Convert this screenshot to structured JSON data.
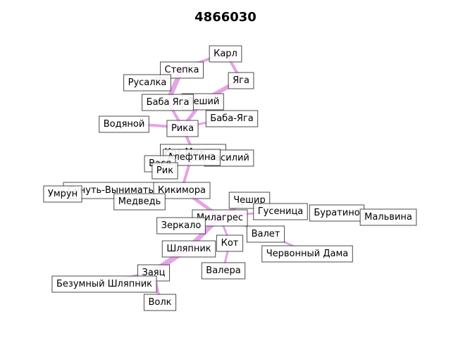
{
  "title": "4866030",
  "edge_color": "#e6a3e6",
  "nodes": [
    {
      "id": "karl",
      "label": "Карл"
    },
    {
      "id": "stepka",
      "label": "Степка"
    },
    {
      "id": "yaga",
      "label": "Яга"
    },
    {
      "id": "rusalka",
      "label": "Русалка"
    },
    {
      "id": "leshiy",
      "label": "Леший"
    },
    {
      "id": "baba_yaga",
      "label": "Баба Яга"
    },
    {
      "id": "baba_yaga2",
      "label": "Баба-Яга"
    },
    {
      "id": "vodyanoy",
      "label": "Водяной"
    },
    {
      "id": "rika",
      "label": "Рика"
    },
    {
      "id": "kot_mikhail",
      "label": "Кот Михаил"
    },
    {
      "id": "vasiliy",
      "label": "Василий"
    },
    {
      "id": "alefina",
      "label": "Алефтина"
    },
    {
      "id": "vasya",
      "label": "Вася"
    },
    {
      "id": "rik",
      "label": "Рик"
    },
    {
      "id": "sunut",
      "label": "Сунуть-Вынимать"
    },
    {
      "id": "kikimora",
      "label": "Кикимора"
    },
    {
      "id": "umrun",
      "label": "Умрун"
    },
    {
      "id": "medved",
      "label": "Медведь"
    },
    {
      "id": "cheshir",
      "label": "Чешир"
    },
    {
      "id": "gusenitsa",
      "label": "Гусеница"
    },
    {
      "id": "buratino",
      "label": "Буратино"
    },
    {
      "id": "malvina",
      "label": "Мальвина"
    },
    {
      "id": "milagres",
      "label": "Милагрес"
    },
    {
      "id": "zerkalo",
      "label": "Зеркало"
    },
    {
      "id": "valet",
      "label": "Валет"
    },
    {
      "id": "kot",
      "label": "Кот"
    },
    {
      "id": "shlyapnik",
      "label": "Шляпник"
    },
    {
      "id": "chervonny",
      "label": "Червонный Дама"
    },
    {
      "id": "zayats",
      "label": "Заяц"
    },
    {
      "id": "valera",
      "label": "Валера"
    },
    {
      "id": "bezumny",
      "label": "Безумный Шляпник"
    },
    {
      "id": "volk",
      "label": "Волк"
    }
  ],
  "edges": [
    {
      "source": "stepka",
      "target": "karl",
      "weight": 4
    },
    {
      "source": "karl",
      "target": "yaga",
      "weight": 4
    },
    {
      "source": "yaga",
      "target": "leshiy",
      "weight": 6
    },
    {
      "source": "leshiy",
      "target": "rika",
      "weight": 5
    },
    {
      "source": "stepka",
      "target": "baba_yaga",
      "weight": 7
    },
    {
      "source": "rusalka",
      "target": "stepka",
      "weight": 4
    },
    {
      "source": "baba_yaga",
      "target": "rika",
      "weight": 4
    },
    {
      "source": "vodyanoy",
      "target": "rika",
      "weight": 4
    },
    {
      "source": "baba_yaga2",
      "target": "rika",
      "weight": 3
    },
    {
      "source": "rika",
      "target": "kot_mikhail",
      "weight": 4
    },
    {
      "source": "kot_mikhail",
      "target": "vasiliy",
      "weight": 3
    },
    {
      "source": "kot_mikhail",
      "target": "vasya",
      "weight": 3
    },
    {
      "source": "vasya",
      "target": "rik",
      "weight": 3
    },
    {
      "source": "kot_mikhail",
      "target": "kikimora",
      "weight": 4
    },
    {
      "source": "kikimora",
      "target": "sunut",
      "weight": 3
    },
    {
      "source": "sunut",
      "target": "umrun",
      "weight": 3
    },
    {
      "source": "kikimora",
      "target": "medved",
      "weight": 3
    },
    {
      "source": "kikimora",
      "target": "milagres",
      "weight": 5
    },
    {
      "source": "cheshir",
      "target": "milagres",
      "weight": 4
    },
    {
      "source": "gusenitsa",
      "target": "milagres",
      "weight": 3
    },
    {
      "source": "buratino",
      "target": "malvina",
      "weight": 3
    },
    {
      "source": "milagres",
      "target": "valet",
      "weight": 3
    },
    {
      "source": "valet",
      "target": "chervonny",
      "weight": 3
    },
    {
      "source": "milagres",
      "target": "kot",
      "weight": 3
    },
    {
      "source": "kot",
      "target": "valera",
      "weight": 3
    },
    {
      "source": "milagres",
      "target": "zerkalo",
      "weight": 3
    },
    {
      "source": "milagres",
      "target": "shlyapnik",
      "weight": 7
    },
    {
      "source": "shlyapnik",
      "target": "zayats",
      "weight": 8
    },
    {
      "source": "zayats",
      "target": "bezumny",
      "weight": 4
    },
    {
      "source": "zayats",
      "target": "volk",
      "weight": 4
    }
  ]
}
